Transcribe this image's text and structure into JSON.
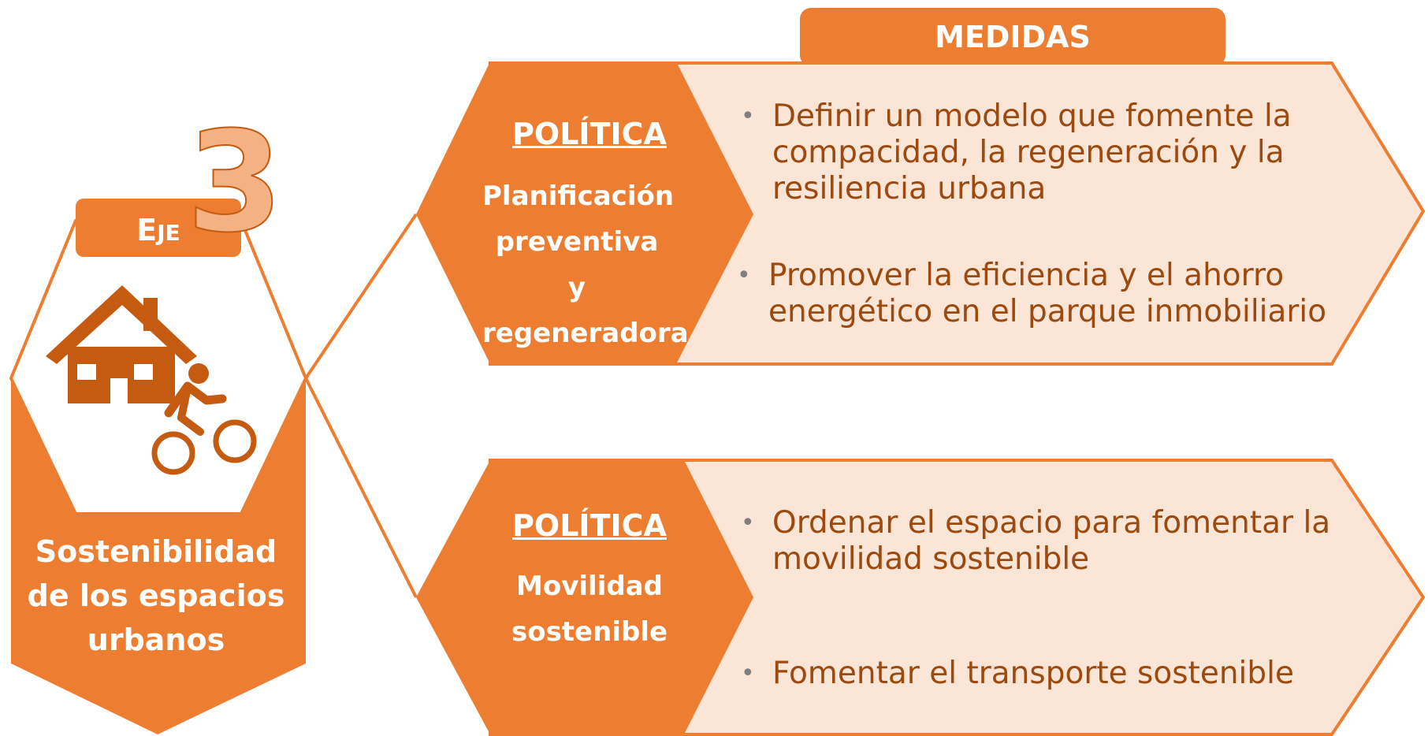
{
  "header": {
    "medidas_label": "MEDIDAS"
  },
  "axis": {
    "eje_label_initial": "E",
    "eje_label_rest": "JE",
    "number": "3",
    "title_lines": [
      "Sostenibilidad",
      "de los espacios",
      "urbanos"
    ],
    "icon": "house-and-cyclist-icon"
  },
  "policies": [
    {
      "heading": "POLÍTICA",
      "name_lines": [
        "Planificación",
        "preventiva y",
        "regeneradora"
      ],
      "measures": [
        {
          "lines": [
            "Definir un modelo que fomente la",
            "compacidad, la regeneración y la",
            "resiliencia urbana"
          ]
        },
        {
          "lines": [
            "Promover la eficiencia y el ahorro",
            "energético en el parque inmobiliario"
          ]
        }
      ]
    },
    {
      "heading": "POLÍTICA",
      "name_lines": [
        "Movilidad",
        "sostenible"
      ],
      "measures": [
        {
          "lines": [
            "Ordenar el espacio para fomentar la",
            "movilidad sostenible"
          ]
        },
        {
          "lines": [
            "Fomentar el transporte sostenible"
          ]
        }
      ]
    }
  ],
  "colors": {
    "accent": "#ed7d31",
    "accent_dark": "#c55a11",
    "light_fill": "#fbe5d6",
    "number_fill": "#f4b183",
    "text_brown": "#9c4a0f",
    "bullet_dot": "#7f7f7f"
  }
}
